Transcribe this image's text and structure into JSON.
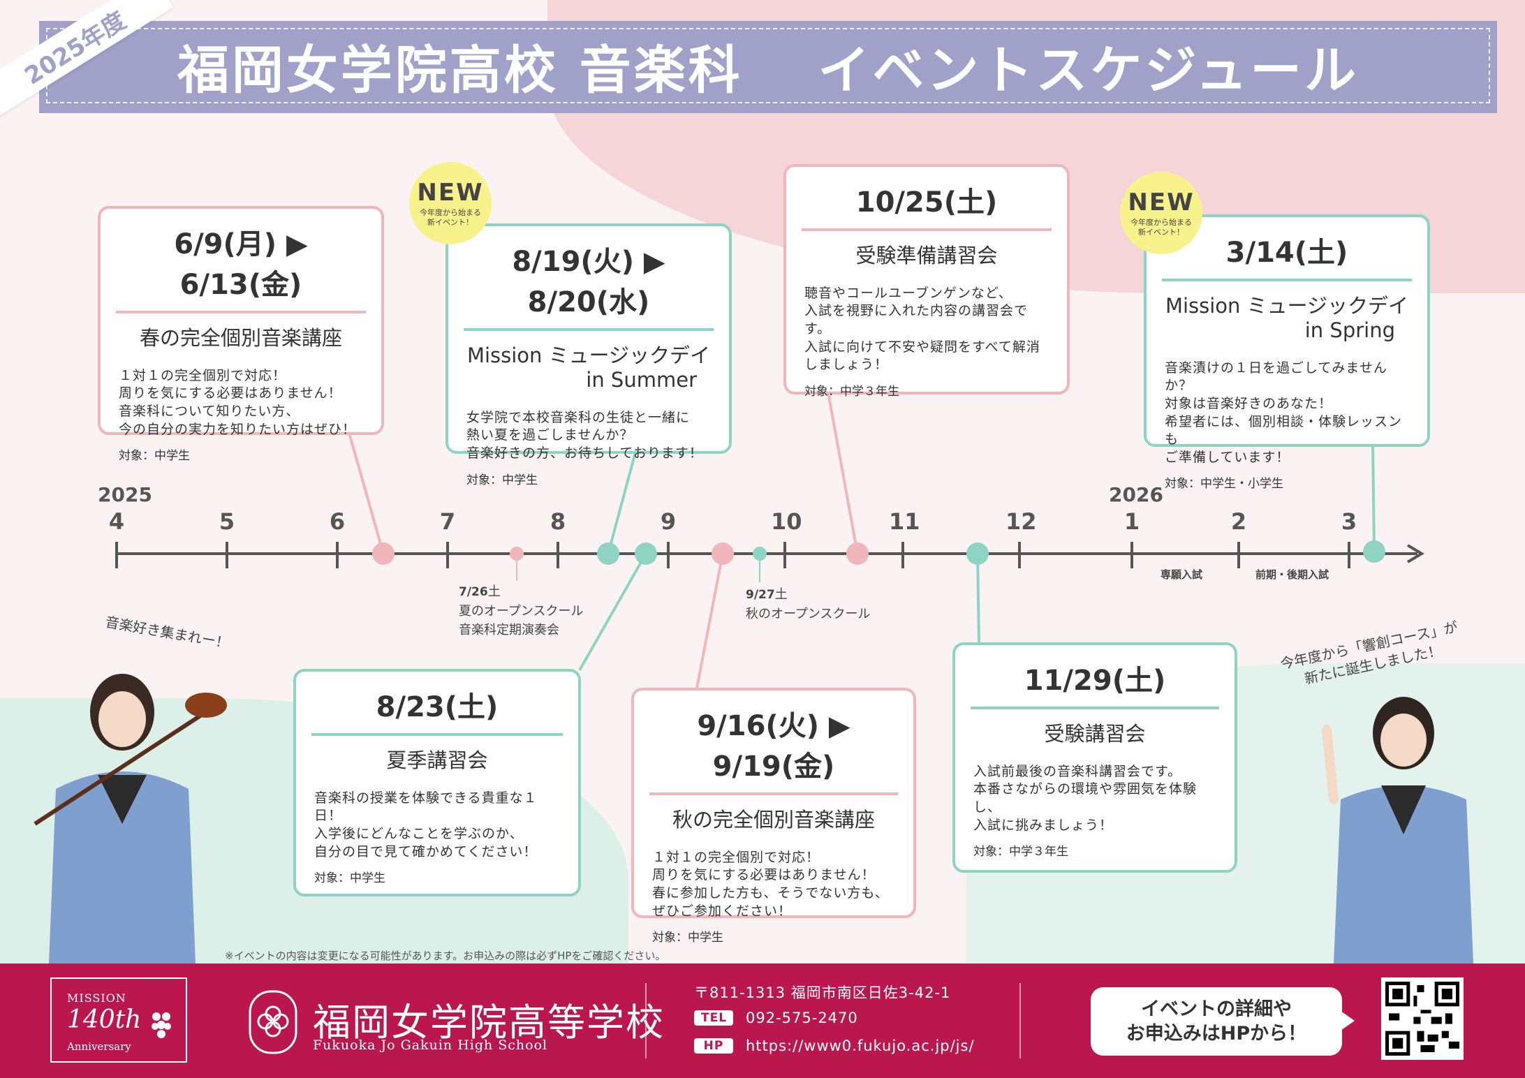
{
  "header": {
    "year_ribbon": "2025年度",
    "title": "福岡女学院高校 音楽科 　イベントスケジュール"
  },
  "timeline": {
    "year_start": "2025",
    "year_end": "2026",
    "months": [
      "4",
      "5",
      "6",
      "7",
      "8",
      "9",
      "10",
      "11",
      "12",
      "1",
      "2",
      "3"
    ],
    "notes": [
      {
        "label": "専願入試"
      },
      {
        "label": "前期・後期入試"
      }
    ]
  },
  "sub_events": [
    {
      "date": "7/26",
      "day": "土",
      "lines": [
        "夏のオープンスクール",
        "音楽科定期演奏会"
      ]
    },
    {
      "date": "9/27",
      "day": "土",
      "lines": [
        "秋のオープンスクール"
      ]
    }
  ],
  "new_badge": {
    "label": "NEW",
    "sub": "今年度から始まる\n新イベント！"
  },
  "events": [
    {
      "id": "spring",
      "date_start": "6/9",
      "day_start": "月",
      "date_end": "6/13",
      "day_end": "金",
      "title": "春の完全個別音楽講座",
      "subtitle": "",
      "desc": "１対１の完全個別で対応！\n周りを気にする必要はありません！\n音楽科について知りたい方、\n今の自分の実力を知りたい方はぜひ！",
      "target": "対象：中学生"
    },
    {
      "id": "mission-summer",
      "date_start": "8/19",
      "day_start": "火",
      "date_end": "8/20",
      "day_end": "水",
      "title": "Mission ミュージックデイ",
      "subtitle": "in Summer",
      "desc": "女学院で本校音楽科の生徒と一緒に\n熱い夏を過ごしませんか？\n音楽好きの方、お待ちしております！",
      "target": "対象：中学生"
    },
    {
      "id": "prep",
      "date_start": "10/25",
      "day_start": "土",
      "date_end": "",
      "day_end": "",
      "title": "受験準備講習会",
      "subtitle": "",
      "desc": "聴音やコールユーブンゲンなど、\n入試を視野に入れた内容の講習会です。\n入試に向けて不安や疑問をすべて解消\nしましょう！",
      "target": "対象：中学３年生"
    },
    {
      "id": "mission-spring",
      "date_start": "3/14",
      "day_start": "土",
      "date_end": "",
      "day_end": "",
      "title": "Mission ミュージックデイ",
      "subtitle": "in Spring",
      "desc": "音楽漬けの１日を過ごしてみませんか？\n対象は音楽好きのあなた！\n希望者には、個別相談・体験レッスンも\nご準備しています！",
      "target": "対象：中学生・小学生"
    },
    {
      "id": "summer",
      "date_start": "8/23",
      "day_start": "土",
      "date_end": "",
      "day_end": "",
      "title": "夏季講習会",
      "subtitle": "",
      "desc": "音楽科の授業を体験できる貴重な１日！\n入学後にどんなことを学ぶのか、\n自分の目で見て確かめてください！",
      "target": "対象：中学生"
    },
    {
      "id": "autumn",
      "date_start": "9/16",
      "day_start": "火",
      "date_end": "9/19",
      "day_end": "金",
      "title": "秋の完全個別音楽講座",
      "subtitle": "",
      "desc": "１対１の完全個別で対応！\n周りを気にする必要はありません！\n春に参加した方も、そうでない方も、\nぜひご参加ください！",
      "target": "対象：中学生"
    },
    {
      "id": "exam",
      "date_start": "11/29",
      "day_start": "土",
      "date_end": "",
      "day_end": "",
      "title": "受験講習会",
      "subtitle": "",
      "desc": "入試前最後の音楽科講習会です。\n本番さながらの環境や雰囲気を体験し、\n入試に挑みましょう！",
      "target": "対象：中学３年生"
    }
  ],
  "bubbles": {
    "left": "音楽好き集まれー！",
    "right_line1": "今年度から「響創コース」が",
    "right_line2": "新たに誕生しました！"
  },
  "footnote": "※イベントの内容は変更になる可能性があります。お申込みの際は必ずHPをご確認ください。",
  "footer": {
    "mission_line1": "MISSION",
    "mission_num": "140th",
    "mission_line3": "Anniversary",
    "school_name": "福岡女学院高等学校",
    "school_en": "Fukuoka Jo Gakuin High School",
    "address": "〒811-1313 福岡市南区日佐3-42-1",
    "tel_label": "TEL",
    "tel": "092-575-2470",
    "hp_label": "HP",
    "url": "https://www0.fukujo.ac.jp/js/",
    "cta_line1": "イベントの詳細や",
    "cta_line2": "お申込みはHPから！"
  },
  "colors": {
    "pink": "#f0b6bc",
    "mint": "#8fd3c2",
    "lavender": "#9fa1c9",
    "footer": "#b9174d",
    "badge": "#f8f28c"
  }
}
